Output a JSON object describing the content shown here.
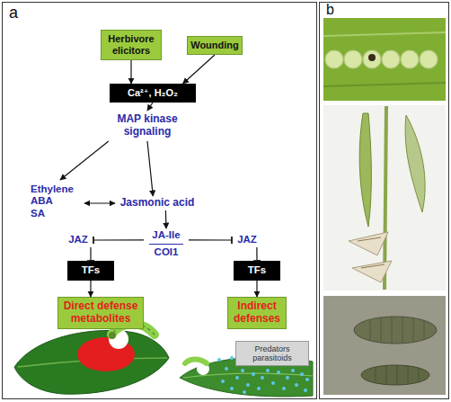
{
  "diagram": {
    "nodes": [
      {
        "text": [
          "Herbivore elicitors"
        ]
      },
      {
        "text": [
          "Wounding"
        ]
      },
      {
        "text": [
          "Ca²⁺, H₂O₂"
        ]
      },
      {
        "text": [
          "MAP kinase signaling"
        ]
      },
      {
        "text": [
          "Ethylene ABA SA"
        ]
      },
      {
        "text": [
          "Jasmonic acid"
        ]
      },
      {
        "text": [
          "JA-Ile",
          "COI1"
        ]
      },
      {
        "text": [
          "JAZ"
        ]
      },
      {
        "text": [
          "JAZ"
        ]
      },
      {
        "text": [
          "TFs"
        ]
      },
      {
        "text": [
          "TFs"
        ]
      },
      {
        "text": [
          "Direct defense metabolites"
        ]
      },
      {
        "text": [
          "Indirect defenses"
        ]
      },
      {
        "text": [
          "Predators parasitoids"
        ]
      }
    ],
    "edges": [
      {
        "from": 0,
        "to": 2,
        "arrow": "to"
      },
      {
        "from": 1,
        "to": 2,
        "arrow": "to"
      },
      {
        "from": 2,
        "to": 3,
        "arrow": "to"
      },
      {
        "from": 3,
        "to": 4,
        "arrow": "to"
      },
      {
        "from": 3,
        "to": 5,
        "arrow": "to"
      },
      {
        "from": 4,
        "to": 5,
        "arrow": "both"
      },
      {
        "from": 5,
        "to": 6,
        "arrow": "to"
      },
      {
        "from": 6,
        "to": 7,
        "arrow": "to"
      },
      {
        "from": 6,
        "to": 8,
        "arrow": "to"
      },
      {
        "from": 7,
        "to": 9,
        "arrow": "to"
      },
      {
        "from": 8,
        "to": 10,
        "arrow": "to"
      },
      {
        "from": 9,
        "to": 11,
        "arrow": "to"
      },
      {
        "from": 10,
        "to": 12,
        "arrow": "to"
      }
    ],
    "labels": [
      "a",
      "b"
    ]
  }
}
